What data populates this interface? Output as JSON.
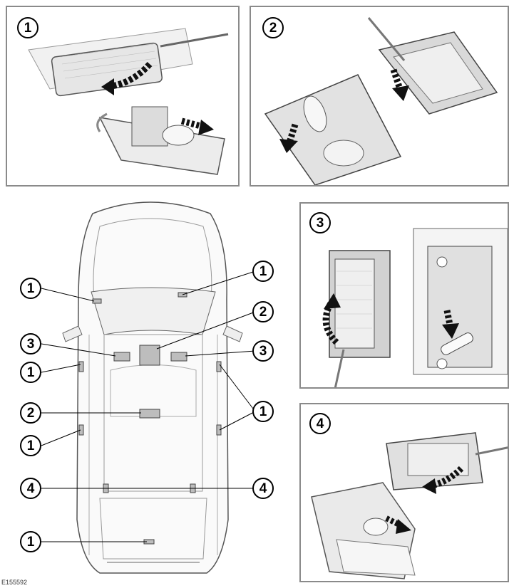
{
  "figure_code": "E155592",
  "panels": {
    "p1": {
      "number": "1"
    },
    "p2": {
      "number": "2"
    },
    "p3": {
      "number": "3"
    },
    "p4": {
      "number": "4"
    }
  },
  "callouts": [
    {
      "id": "c1",
      "label": "1"
    },
    {
      "id": "c2",
      "label": "1"
    },
    {
      "id": "c3",
      "label": "2"
    },
    {
      "id": "c4",
      "label": "3"
    },
    {
      "id": "c5",
      "label": "3"
    },
    {
      "id": "c6",
      "label": "1"
    },
    {
      "id": "c7",
      "label": "1"
    },
    {
      "id": "c8",
      "label": "2"
    },
    {
      "id": "c9",
      "label": "1"
    },
    {
      "id": "c10",
      "label": "4"
    },
    {
      "id": "c11",
      "label": "4"
    },
    {
      "id": "c12",
      "label": "1"
    }
  ],
  "colors": {
    "outline": "#555555",
    "panel_border": "#8a8a8a",
    "lamp_fill": "#d8d8d8",
    "arrow": "#111111"
  }
}
